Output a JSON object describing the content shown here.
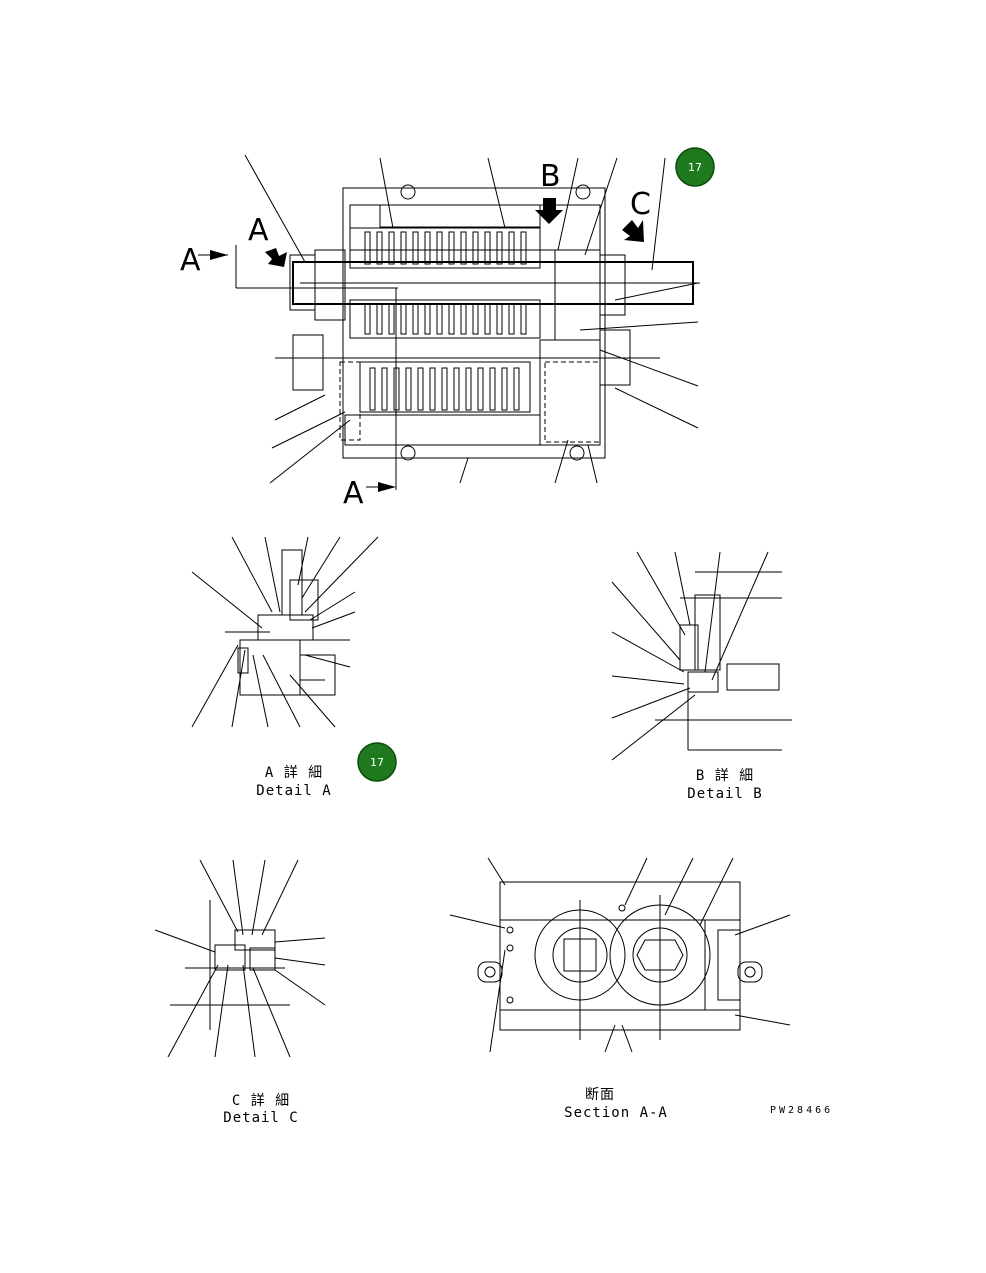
{
  "badges": {
    "top": "17",
    "detail_a": "17"
  },
  "main_view": {
    "label_a_left": "A",
    "label_a_arrow": "A",
    "label_a_bottom": "A",
    "label_b": "B",
    "label_c": "C"
  },
  "detail_a": {
    "caption_jp": "A 詳 細",
    "caption_en": "Detail A"
  },
  "detail_b": {
    "caption_jp": "B 詳 細",
    "caption_en": "Detail B"
  },
  "detail_c": {
    "caption_jp": "C 詳 細",
    "caption_en": "Detail C"
  },
  "section_aa": {
    "caption_jp": "断面",
    "caption_en": "Section A-A"
  },
  "drawing_code": "PW28466",
  "colors": {
    "badge": "#1f7a1f",
    "line": "#000000"
  }
}
